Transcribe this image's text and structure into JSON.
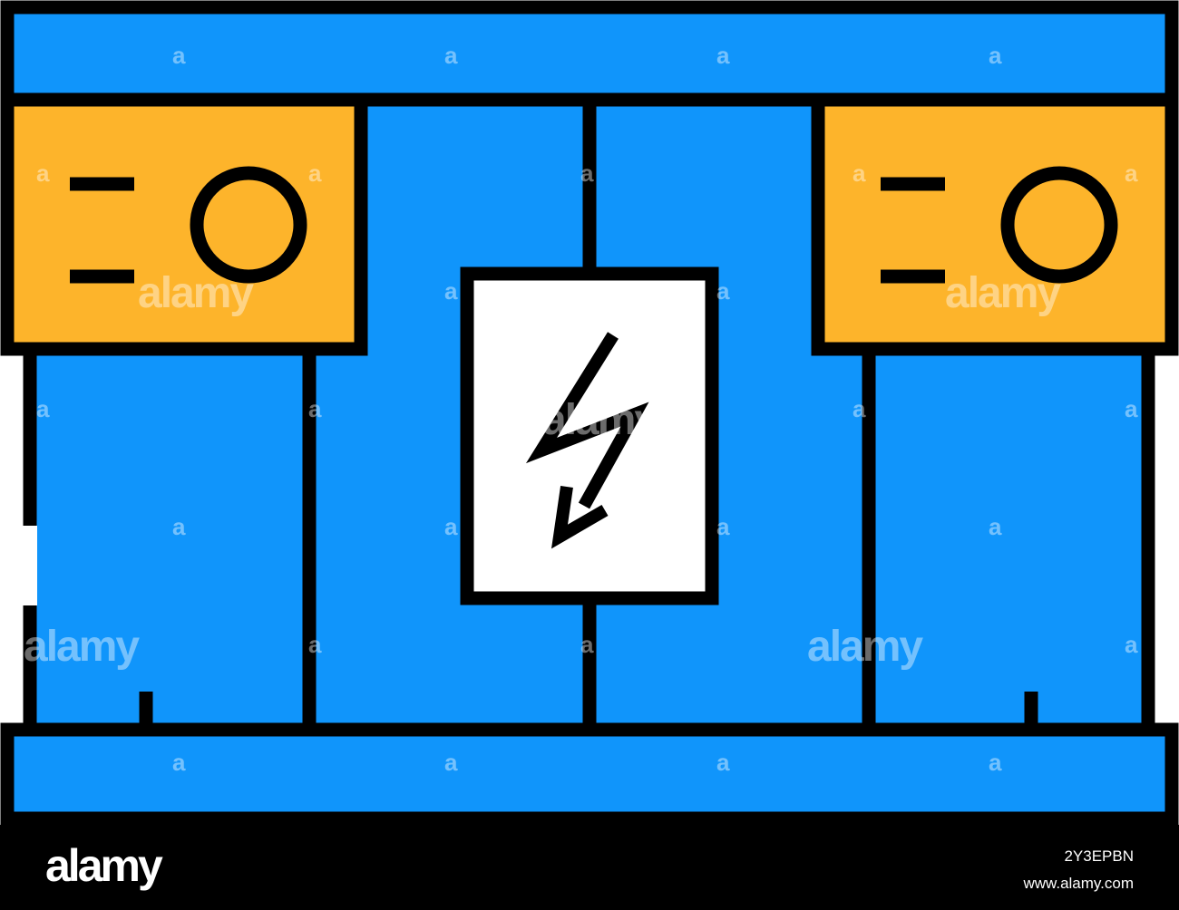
{
  "colors": {
    "blue": "#1095fb",
    "orange": "#fdb42b",
    "white": "#ffffff",
    "outline": "#000000"
  },
  "icons": {
    "main": "electrical-box-icon",
    "center_panel": "high-voltage-bolt-icon",
    "left_module": "indicator-light-icon",
    "right_module": "indicator-light-icon"
  },
  "watermark": {
    "word": "alamy",
    "letter": "a"
  },
  "footer": {
    "logo": "alamy",
    "image_id": "2Y3EPBN",
    "site": "www.alamy.com"
  }
}
